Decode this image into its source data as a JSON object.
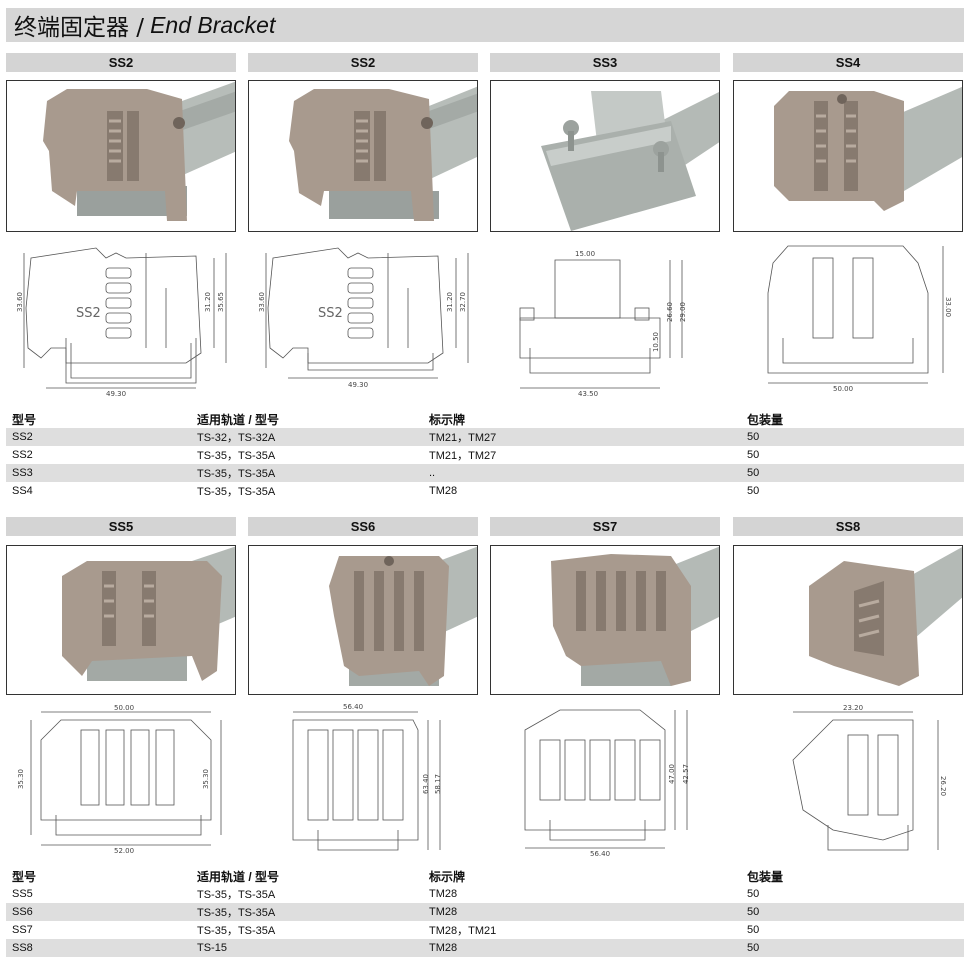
{
  "header": {
    "title_cn": "终端固定器 /",
    "title_en": "End Bracket"
  },
  "models_top": [
    "SS2",
    "SS2",
    "SS3",
    "SS4"
  ],
  "models_bottom": [
    "SS5",
    "SS6",
    "SS7",
    "SS8"
  ],
  "dims": {
    "d1": {
      "w": "49.30",
      "h1": "33.60",
      "h2": "31.20",
      "h3": "35.65",
      "label": "SS2"
    },
    "d2": {
      "w": "49.30",
      "h1": "33.60",
      "h2": "31.20",
      "h3": "32.70",
      "label": "SS2"
    },
    "d3": {
      "top": "15.00",
      "w": "43.50",
      "h1": "26.60",
      "h2": "29.00",
      "h3": "10.50"
    },
    "d4": {
      "w": "50.00",
      "h": "33.00"
    },
    "d5": {
      "top": "50.00",
      "w": "52.00",
      "h1": "35.30",
      "h2": "35.30"
    },
    "d6": {
      "top": "56.40",
      "h1": "63.40",
      "h2": "58.17"
    },
    "d7": {
      "w": "56.40",
      "h1": "47.00",
      "h2": "42.57"
    },
    "d8": {
      "top": "23.20",
      "h": "26.20"
    }
  },
  "table_header": {
    "c1": "型号",
    "c2": "适用轨道 / 型号",
    "c3": "标示牌",
    "c4": "包装量"
  },
  "table_top": [
    {
      "c1": "SS2",
      "c2": "TS-32，TS-32A",
      "c3": "TM21，TM27",
      "c4": "50"
    },
    {
      "c1": "SS2",
      "c2": "TS-35，TS-35A",
      "c3": "TM21，TM27",
      "c4": "50"
    },
    {
      "c1": "SS3",
      "c2": "TS-35，TS-35A",
      "c3": "..",
      "c4": "50"
    },
    {
      "c1": "SS4",
      "c2": "TS-35，TS-35A",
      "c3": "TM28",
      "c4": "50"
    }
  ],
  "table_bottom": [
    {
      "c1": "SS5",
      "c2": "TS-35，TS-35A",
      "c3": "TM28",
      "c4": "50"
    },
    {
      "c1": "SS6",
      "c2": "TS-35，TS-35A",
      "c3": "TM28",
      "c4": "50"
    },
    {
      "c1": "SS7",
      "c2": "TS-35，TS-35A",
      "c3": "TM28，TM21",
      "c4": "50"
    },
    {
      "c1": "SS8",
      "c2": "TS-15",
      "c3": "TM28",
      "c4": "50"
    }
  ]
}
